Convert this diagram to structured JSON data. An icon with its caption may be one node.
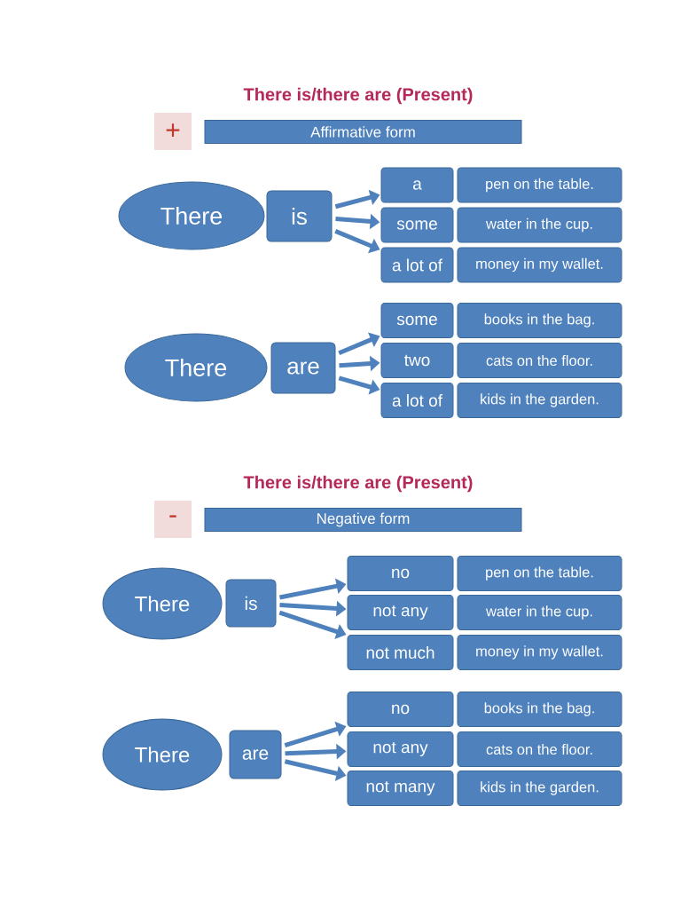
{
  "diagram": {
    "nodes": [
      {
        "text": [
          "+"
        ]
      },
      {
        "text": [
          "Affirmative form"
        ]
      },
      {
        "text": [
          "There"
        ]
      },
      {
        "text": [
          "is"
        ]
      },
      {
        "text": [
          "a"
        ]
      },
      {
        "text": [
          "pen on the table."
        ]
      },
      {
        "text": [
          "some"
        ]
      },
      {
        "text": [
          "water in the cup."
        ]
      },
      {
        "text": [
          "a lot of"
        ]
      },
      {
        "text": [
          "money in my wallet."
        ]
      },
      {
        "text": [
          "There"
        ]
      },
      {
        "text": [
          "are"
        ]
      },
      {
        "text": [
          "some"
        ]
      },
      {
        "text": [
          "books in the bag."
        ]
      },
      {
        "text": [
          "two"
        ]
      },
      {
        "text": [
          "cats on the floor."
        ]
      },
      {
        "text": [
          "a lot of"
        ]
      },
      {
        "text": [
          "kids in the garden."
        ]
      },
      {
        "text": [
          "-"
        ]
      },
      {
        "text": [
          "Negative form"
        ]
      },
      {
        "text": [
          "There"
        ]
      },
      {
        "text": [
          "is"
        ]
      },
      {
        "text": [
          "no"
        ]
      },
      {
        "text": [
          "pen on the table."
        ]
      },
      {
        "text": [
          "not any"
        ]
      },
      {
        "text": [
          "water in the cup."
        ]
      },
      {
        "text": [
          "not much"
        ]
      },
      {
        "text": [
          "money in my wallet."
        ]
      },
      {
        "text": [
          "There"
        ]
      },
      {
        "text": [
          "are"
        ]
      },
      {
        "text": [
          "no"
        ]
      },
      {
        "text": [
          "books in the bag."
        ]
      },
      {
        "text": [
          "not any"
        ]
      },
      {
        "text": [
          "cats on the floor."
        ]
      },
      {
        "text": [
          "not many"
        ]
      },
      {
        "text": [
          "kids in the garden."
        ]
      }
    ],
    "edges": [
      {
        "from": 3,
        "to": 4,
        "arrow": "to"
      },
      {
        "from": 3,
        "to": 6,
        "arrow": "to"
      },
      {
        "from": 3,
        "to": 8,
        "arrow": "to"
      },
      {
        "from": 11,
        "to": 12,
        "arrow": "to"
      },
      {
        "from": 11,
        "to": 14,
        "arrow": "to"
      },
      {
        "from": 11,
        "to": 16,
        "arrow": "to"
      },
      {
        "from": 21,
        "to": 22,
        "arrow": "to"
      },
      {
        "from": 21,
        "to": 24,
        "arrow": "to"
      },
      {
        "from": 21,
        "to": 26,
        "arrow": "to"
      },
      {
        "from": 29,
        "to": 30,
        "arrow": "to"
      },
      {
        "from": 29,
        "to": 32,
        "arrow": "to"
      },
      {
        "from": 29,
        "to": 34,
        "arrow": "to"
      }
    ],
    "labels": [
      "There is/there are (Present)",
      "There is/there are (Present)"
    ]
  }
}
